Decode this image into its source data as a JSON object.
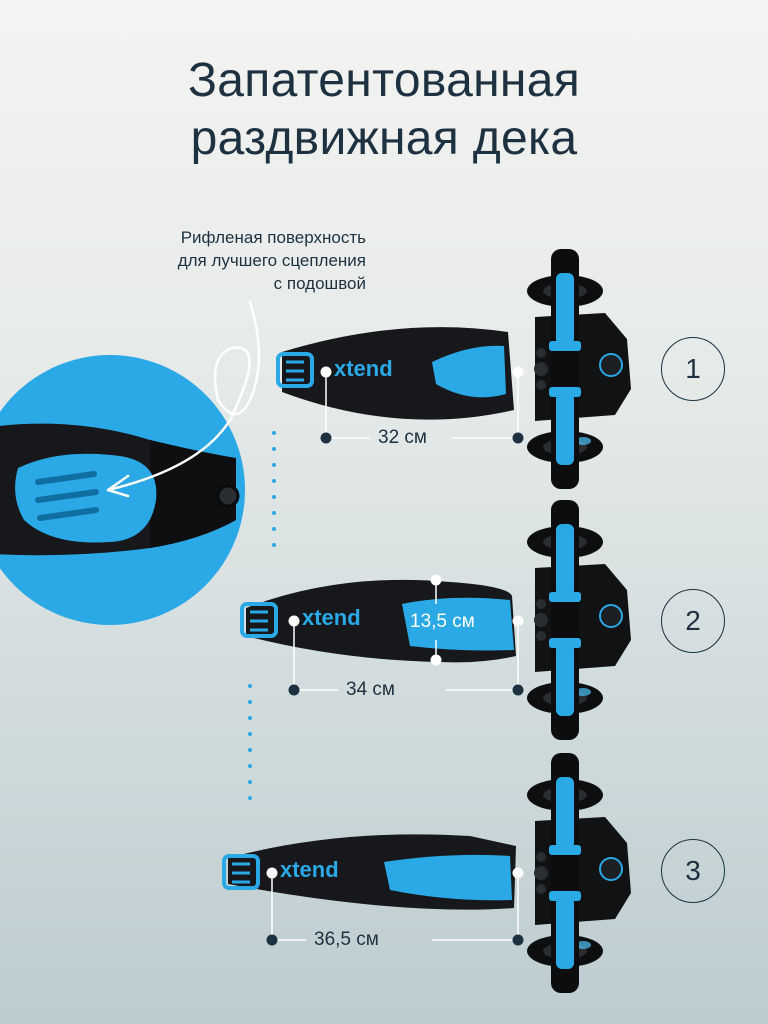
{
  "title": {
    "line1": "Запатентованная",
    "line2": "раздвижная дека"
  },
  "callout": {
    "line1": "Рифленая поверхность",
    "line2": "для лучшего сцепления",
    "line3": "с подошвой"
  },
  "brand_logo": "xtend",
  "steps": [
    {
      "number": "1",
      "length": "32 см"
    },
    {
      "number": "2",
      "length": "34 см",
      "width": "13,5 см"
    },
    {
      "number": "3",
      "length": "36,5 см"
    }
  ],
  "colors": {
    "accent_blue": "#2ba8e6",
    "deck_black": "#16181b",
    "text_dark": "#1d3140"
  }
}
